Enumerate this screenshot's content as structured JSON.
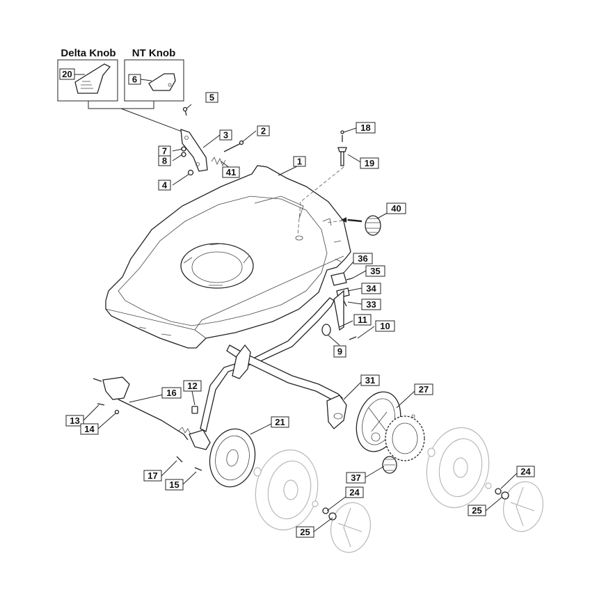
{
  "inset_titles": {
    "delta_knob": "Delta Knob",
    "nt_knob": "NT Knob"
  },
  "callouts": {
    "c1": "1",
    "c2": "2",
    "c3": "3",
    "c4": "4",
    "c5": "5",
    "c6": "6",
    "c7": "7",
    "c8": "8",
    "c9": "9",
    "c10": "10",
    "c11": "11",
    "c12": "12",
    "c13": "13",
    "c14": "14",
    "c15": "15",
    "c16": "16",
    "c17": "17",
    "c18": "18",
    "c19": "19",
    "c20": "20",
    "c21": "21",
    "c24a": "24",
    "c24b": "24",
    "c25a": "25",
    "c25b": "25",
    "c27": "27",
    "c31": "31",
    "c33": "33",
    "c34": "34",
    "c35": "35",
    "c36": "36",
    "c37": "37",
    "c40": "40",
    "c41": "41"
  }
}
